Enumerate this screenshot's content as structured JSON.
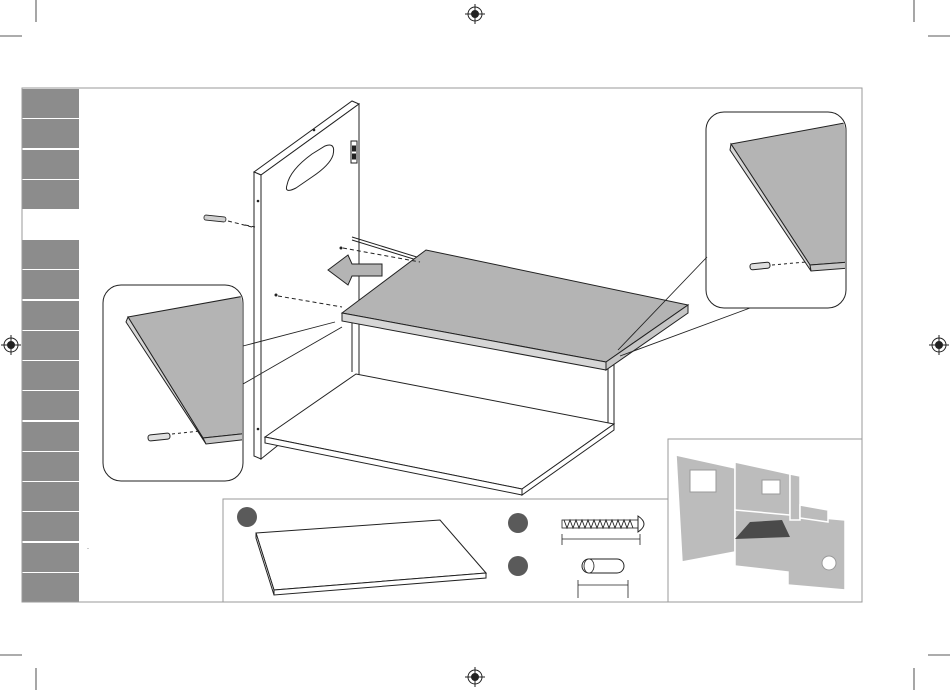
{
  "page": {
    "stray_mark": "-"
  },
  "colors": {
    "sidebar_tab": "#8c8c8c",
    "panel_gray": "#b4b4b4",
    "badge_gray": "#5a5a5a",
    "line": "#222222",
    "frame": "#9a9a9a",
    "thumbnail_gray": "#bcbcbc"
  },
  "sidebar": {
    "groups": [
      {
        "name": "top-group",
        "tabs": 4
      },
      {
        "name": "bottom-group",
        "tabs": 12
      }
    ]
  },
  "icons": [
    "registration-mark-icon",
    "crop-mark-icon",
    "step-arrow-icon",
    "part-badge-icon",
    "screw-icon",
    "dowel-icon"
  ],
  "parts_panel": {
    "badges": [
      "part-a",
      "part-b",
      "part-c"
    ]
  }
}
